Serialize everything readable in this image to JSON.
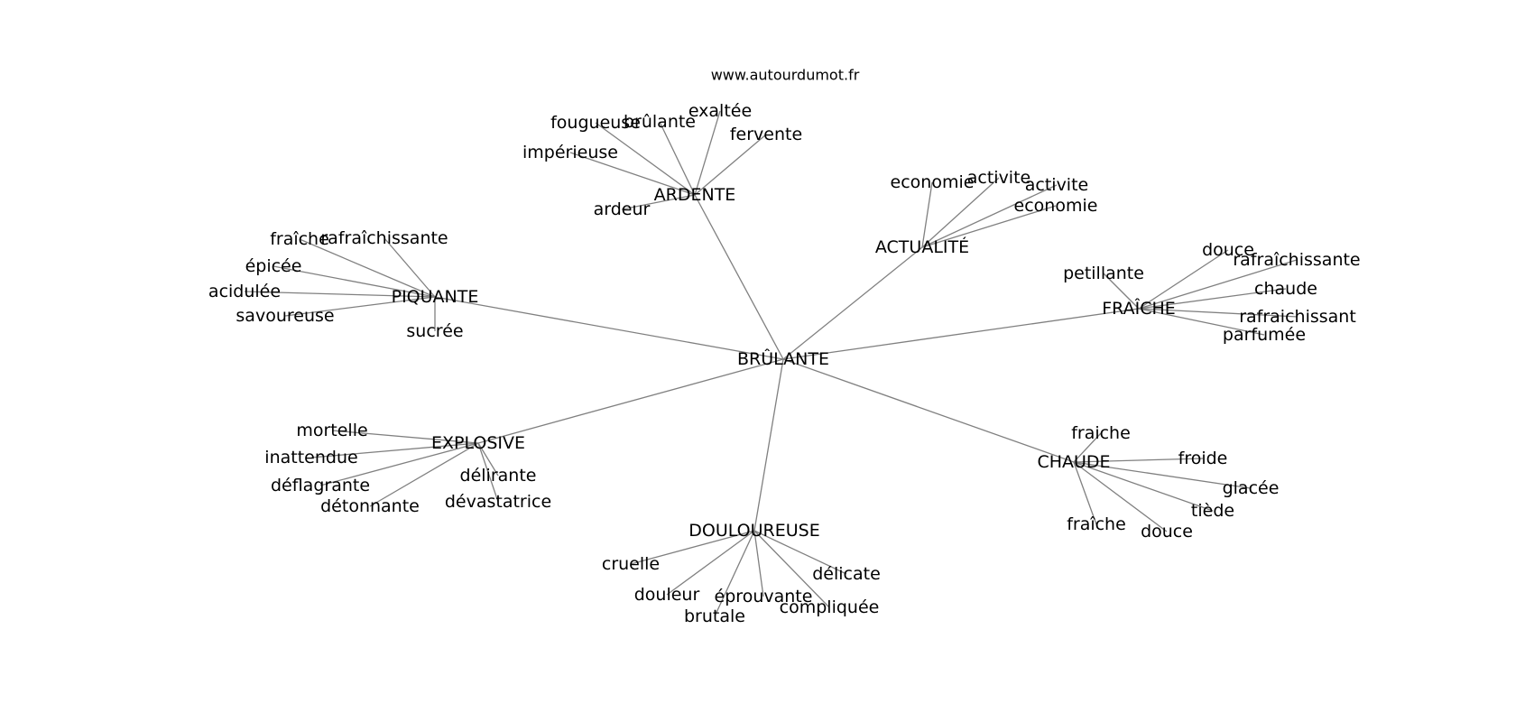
{
  "header": {
    "site": "www.autourdumot.fr"
  },
  "graph": {
    "root": "BRÛLANTE",
    "clusters": [
      {
        "label": "ARDENTE",
        "words": [
          "fougueuse",
          "brûlante",
          "exaltée",
          "fervente",
          "impérieuse",
          "ardeur"
        ]
      },
      {
        "label": "ACTUALITÉ",
        "words": [
          "economie",
          "activite",
          "activite",
          "economie"
        ]
      },
      {
        "label": "PIQUANTE",
        "words": [
          "fraîche",
          "rafraîchissante",
          "épicée",
          "acidulée",
          "savoureuse",
          "sucrée"
        ]
      },
      {
        "label": "FRAÎCHE",
        "words": [
          "douce",
          "rafraîchissante",
          "petillante",
          "chaude",
          "rafraichissant",
          "parfumée"
        ]
      },
      {
        "label": "EXPLOSIVE",
        "words": [
          "mortelle",
          "inattendue",
          "déflagrante",
          "délirante",
          "détonnante",
          "dévastatrice"
        ]
      },
      {
        "label": "CHAUDE",
        "words": [
          "fraiche",
          "froide",
          "glacée",
          "tiède",
          "fraîche",
          "douce"
        ]
      },
      {
        "label": "DOULOUREUSE",
        "words": [
          "cruelle",
          "délicate",
          "douleur",
          "éprouvante",
          "compliquée",
          "brutale"
        ]
      }
    ]
  }
}
